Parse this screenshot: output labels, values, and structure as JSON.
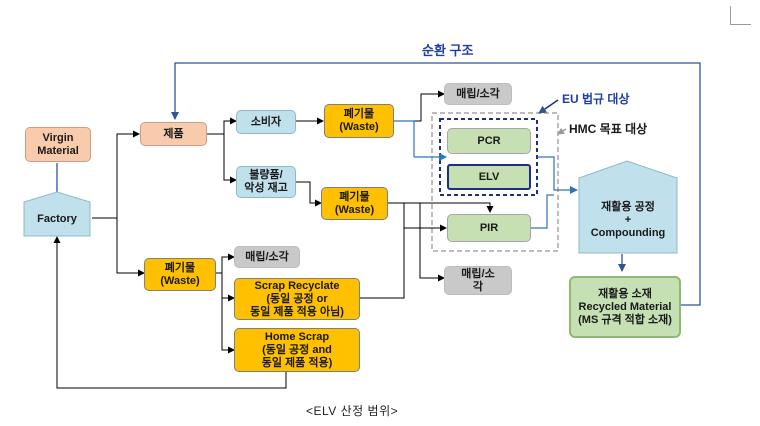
{
  "cycle_label": "순환 구조",
  "eu_label": "EU 법규 대상",
  "hmc_label": "HMC 목표 대상",
  "caption": "<ELV 산정 범위>",
  "nodes": {
    "virgin_material": "Virgin\nMaterial",
    "factory": "Factory",
    "product": "제품",
    "consumer": "소비자",
    "waste_1": "폐기물\n(Waste)",
    "defective_stock": "불량품/\n악성 재고",
    "waste_2": "폐기물\n(Waste)",
    "waste_3": "폐기물\n(Waste)",
    "landfill_1": "매립/소각",
    "landfill_2": "매립/소각",
    "landfill_3": "매립/소\n각",
    "pcr": "PCR",
    "elv": "ELV",
    "pir": "PIR",
    "recycling_process": "재활용 공정\n+\nCompounding",
    "recycled_material": "재활용 소재\nRecycled Material\n(MS 규격 적합 소재)",
    "scrap_recyclate": "Scrap Recyclate\n(동일 공정 or\n동일 제품 적용 아님)",
    "home_scrap": "Home Scrap\n(동일 공정 and\n동일 제품 적용)"
  },
  "colors": {
    "connector": "#000000",
    "cycle_arrow": "#2f5597",
    "eu_border": "#1f2d86",
    "eu_text": "#1f3da8",
    "recycle_arrow": "#2e75b6",
    "dashed_grey": "#a6a6a6"
  }
}
